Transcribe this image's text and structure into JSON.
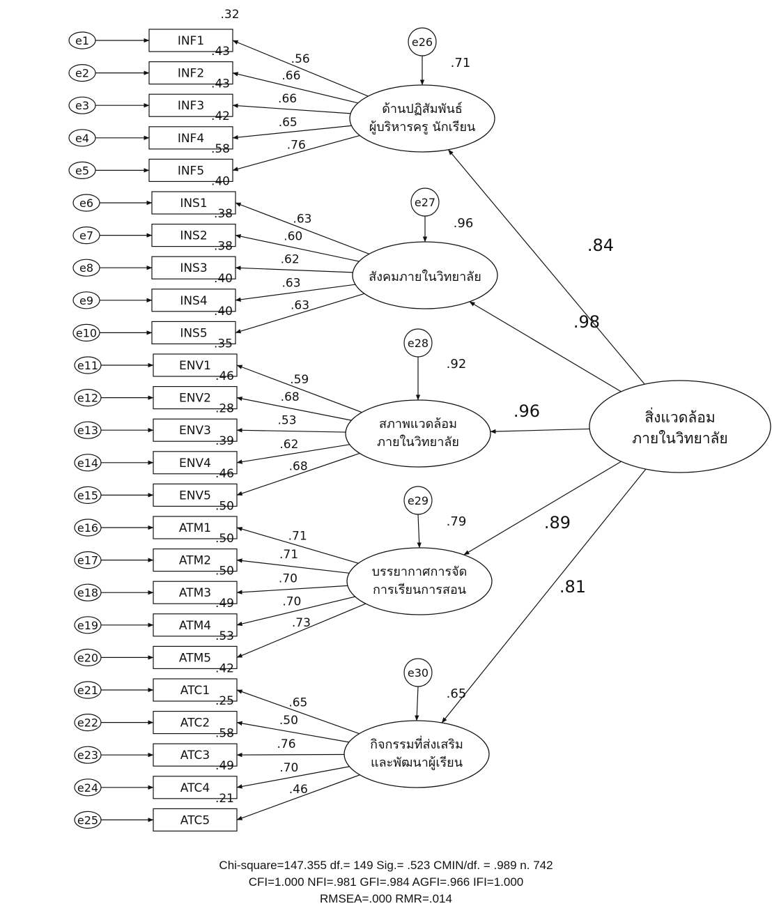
{
  "model": {
    "second_order": {
      "label_lines": [
        "สิ่งแวดล้อม",
        "ภายในวิทยาลัย"
      ]
    },
    "first_order": [
      {
        "label_lines": [
          "ด้านปฏิสัมพันธ์",
          "ผู้บริหารครู นักเรียน"
        ],
        "disturbance": "e26",
        "r2": ".71",
        "path": ".84",
        "indicators": [
          {
            "name": "INF1",
            "error": "e1",
            "loading": ".56",
            "r2": ".43"
          },
          {
            "name": "INF2",
            "error": "e2",
            "loading": ".66",
            "r2": ".43"
          },
          {
            "name": "INF3",
            "error": "e3",
            "loading": ".66",
            "r2": ".42"
          },
          {
            "name": "INF4",
            "error": "e4",
            "loading": ".65",
            "r2": ".58"
          },
          {
            "name": "INF5",
            "error": "e5",
            "loading": ".76",
            "r2": ".40"
          }
        ]
      },
      {
        "label_lines": [
          "สังคมภายในวิทยาลัย"
        ],
        "disturbance": "e27",
        "r2": ".96",
        "path": ".98",
        "indicators": [
          {
            "name": "INS1",
            "error": "e6",
            "loading": ".63",
            "r2": ".38"
          },
          {
            "name": "INS2",
            "error": "e7",
            "loading": ".60",
            "r2": ".38"
          },
          {
            "name": "INS3",
            "error": "e8",
            "loading": ".62",
            "r2": ".40"
          },
          {
            "name": "INS4",
            "error": "e9",
            "loading": ".63",
            "r2": ".40"
          },
          {
            "name": "INS5",
            "error": "e10",
            "loading": ".63",
            "r2": ".35"
          }
        ]
      },
      {
        "label_lines": [
          "สภาพแวดล้อม",
          "ภายในวิทยาลัย"
        ],
        "disturbance": "e28",
        "r2": ".92",
        "path": ".96",
        "indicators": [
          {
            "name": "ENV1",
            "error": "e11",
            "loading": ".59",
            "r2": ".46"
          },
          {
            "name": "ENV2",
            "error": "e12",
            "loading": ".68",
            "r2": ".28"
          },
          {
            "name": "ENV3",
            "error": "e13",
            "loading": ".53",
            "r2": ".39"
          },
          {
            "name": "ENV4",
            "error": "e14",
            "loading": ".62",
            "r2": ".46"
          },
          {
            "name": "ENV5",
            "error": "e15",
            "loading": ".68",
            "r2": ".50"
          }
        ]
      },
      {
        "label_lines": [
          "บรรยากาศการจัด",
          "การเรียนการสอน"
        ],
        "disturbance": "e29",
        "r2": ".79",
        "path": ".89",
        "indicators": [
          {
            "name": "ATM1",
            "error": "e16",
            "loading": ".71",
            "r2": ".50"
          },
          {
            "name": "ATM2",
            "error": "e17",
            "loading": ".71",
            "r2": ".50"
          },
          {
            "name": "ATM3",
            "error": "e18",
            "loading": ".70",
            "r2": ".49"
          },
          {
            "name": "ATM4",
            "error": "e19",
            "loading": ".70",
            "r2": ".53"
          },
          {
            "name": "ATM5",
            "error": "e20",
            "loading": ".73",
            "r2": ".42"
          }
        ]
      },
      {
        "label_lines": [
          "กิจกรรมที่ส่งเสริม",
          "และพัฒนาผู้เรียน"
        ],
        "disturbance": "e30",
        "r2": ".65",
        "path": ".81",
        "indicators": [
          {
            "name": "ATC1",
            "error": "e21",
            "loading": ".65",
            "r2": ".25"
          },
          {
            "name": "ATC2",
            "error": "e22",
            "loading": ".50",
            "r2": ".58"
          },
          {
            "name": "ATC3",
            "error": "e23",
            "loading": ".76",
            "r2": ".49"
          },
          {
            "name": "ATC4",
            "error": "e24",
            "loading": ".70",
            "r2": ".21"
          },
          {
            "name": "ATC5",
            "error": "e25",
            "loading": ".46",
            "r2": ""
          }
        ]
      }
    ],
    "top_note": ".32"
  },
  "fit": {
    "line1": "Chi-square=147.355   df.= 149   Sig.= .523  CMIN/df. = .989  n. 742",
    "line2": "CFI=1.000  NFI=.981  GFI=.984  AGFI=.966  IFI=1.000",
    "line3": "RMSEA=.000 RMR=.014"
  }
}
